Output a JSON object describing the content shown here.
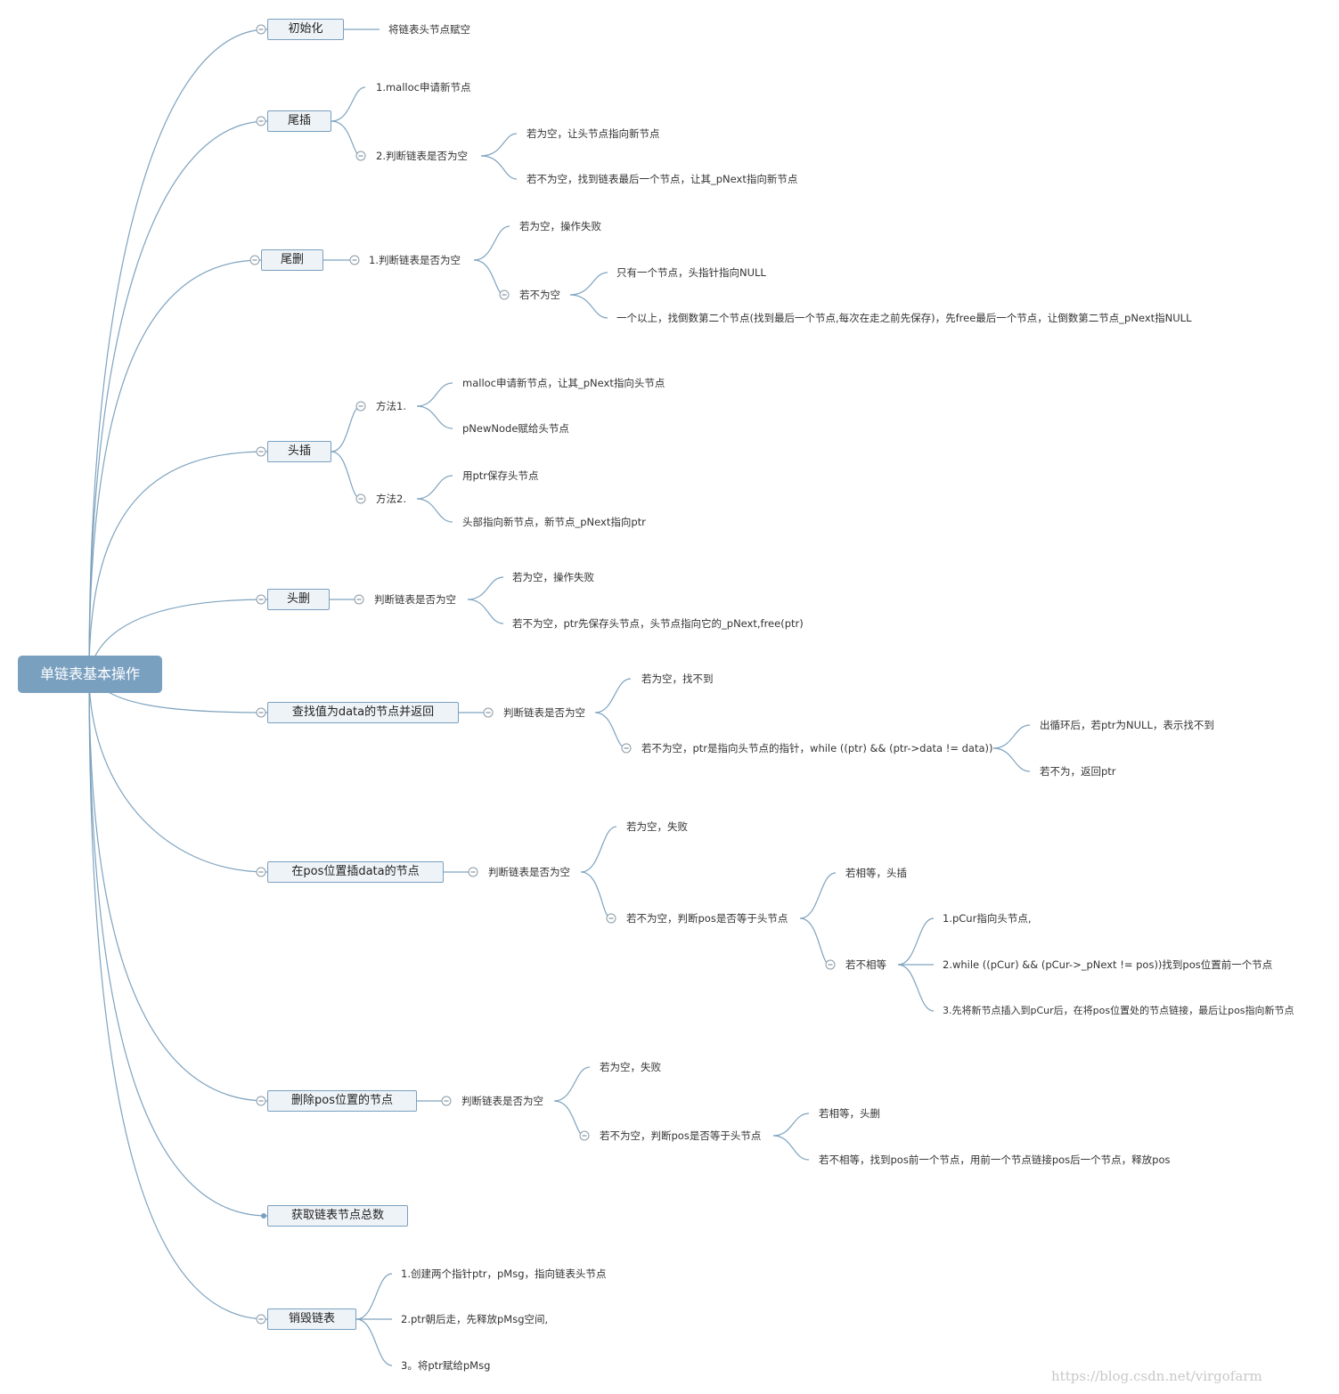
{
  "root": "单链表基本操作",
  "branches": {
    "init": {
      "label": "初始化",
      "c1": "将链表头节点赋空"
    },
    "tail_insert": {
      "label": "尾插",
      "c1": "1.malloc申请新节点",
      "c2": "2.判断链表是否为空",
      "c2a": "若为空，让头节点指向新节点",
      "c2b": "若不为空，找到链表最后一个节点，让其_pNext指向新节点"
    },
    "tail_delete": {
      "label": "尾删",
      "c1": "1.判断链表是否为空",
      "c1a": "若为空，操作失败",
      "c1b": "若不为空",
      "c1b1": "只有一个节点，头指针指向NULL",
      "c1b2": "一个以上，找倒数第二个节点(找到最后一个节点,每次在走之前先保存)，先free最后一个节点，让倒数第二节点_pNext指NULL"
    },
    "head_insert": {
      "label": "头插",
      "m1": "方法1.",
      "m1a": "malloc申请新节点，让其_pNext指向头节点",
      "m1b": "pNewNode赋给头节点",
      "m2": "方法2.",
      "m2a": "用ptr保存头节点",
      "m2b": "头部指向新节点，新节点_pNext指向ptr"
    },
    "head_delete": {
      "label": "头删",
      "c1": "判断链表是否为空",
      "c1a": "若为空，操作失败",
      "c1b": "若不为空，ptr先保存头节点，头节点指向它的_pNext,free(ptr)"
    },
    "find": {
      "label": "查找值为data的节点并返回",
      "c1": "判断链表是否为空",
      "c1a": "若为空，找不到",
      "c1b": "若不为空，ptr是指向头节点的指针，while ((ptr) && (ptr->data != data))",
      "c1b1": "出循环后，若ptr为NULL，表示找不到",
      "c1b2": "若不为，返回ptr"
    },
    "pos_insert": {
      "label": "在pos位置插data的节点",
      "c1": "判断链表是否为空",
      "c1a": "若为空，失败",
      "c1b": "若不为空，判断pos是否等于头节点",
      "c1b1": "若相等，头插",
      "c1b2": "若不相等",
      "s1": "1.pCur指向头节点,",
      "s2": "2.while ((pCur) && (pCur->_pNext != pos))找到pos位置前一个节点",
      "s3": "3.先将新节点插入到pCur后，在将pos位置处的节点链接，最后让pos指向新节点"
    },
    "pos_delete": {
      "label": "删除pos位置的节点",
      "c1": "判断链表是否为空",
      "c1a": "若为空，失败",
      "c1b": "若不为空，判断pos是否等于头节点",
      "c1b1": "若相等，头删",
      "c1b2": "若不相等，找到pos前一个节点，用前一个节点链接pos后一个节点，释放pos"
    },
    "count": {
      "label": "获取链表节点总数"
    },
    "destroy": {
      "label": "销毁链表",
      "c1": "1.创建两个指针ptr，pMsg，指向链表头节点",
      "c2": "2.ptr朝后走，先释放pMsg空间,",
      "c3": "3。将ptr赋给pMsg"
    }
  },
  "watermark": "https://blog.csdn.net/virgofarm",
  "colors": {
    "root_fill": "#7aa0c0",
    "branch_fill": "#eef3f7",
    "branch_border": "#7aa0c0",
    "connector": "#7ea3bf"
  }
}
